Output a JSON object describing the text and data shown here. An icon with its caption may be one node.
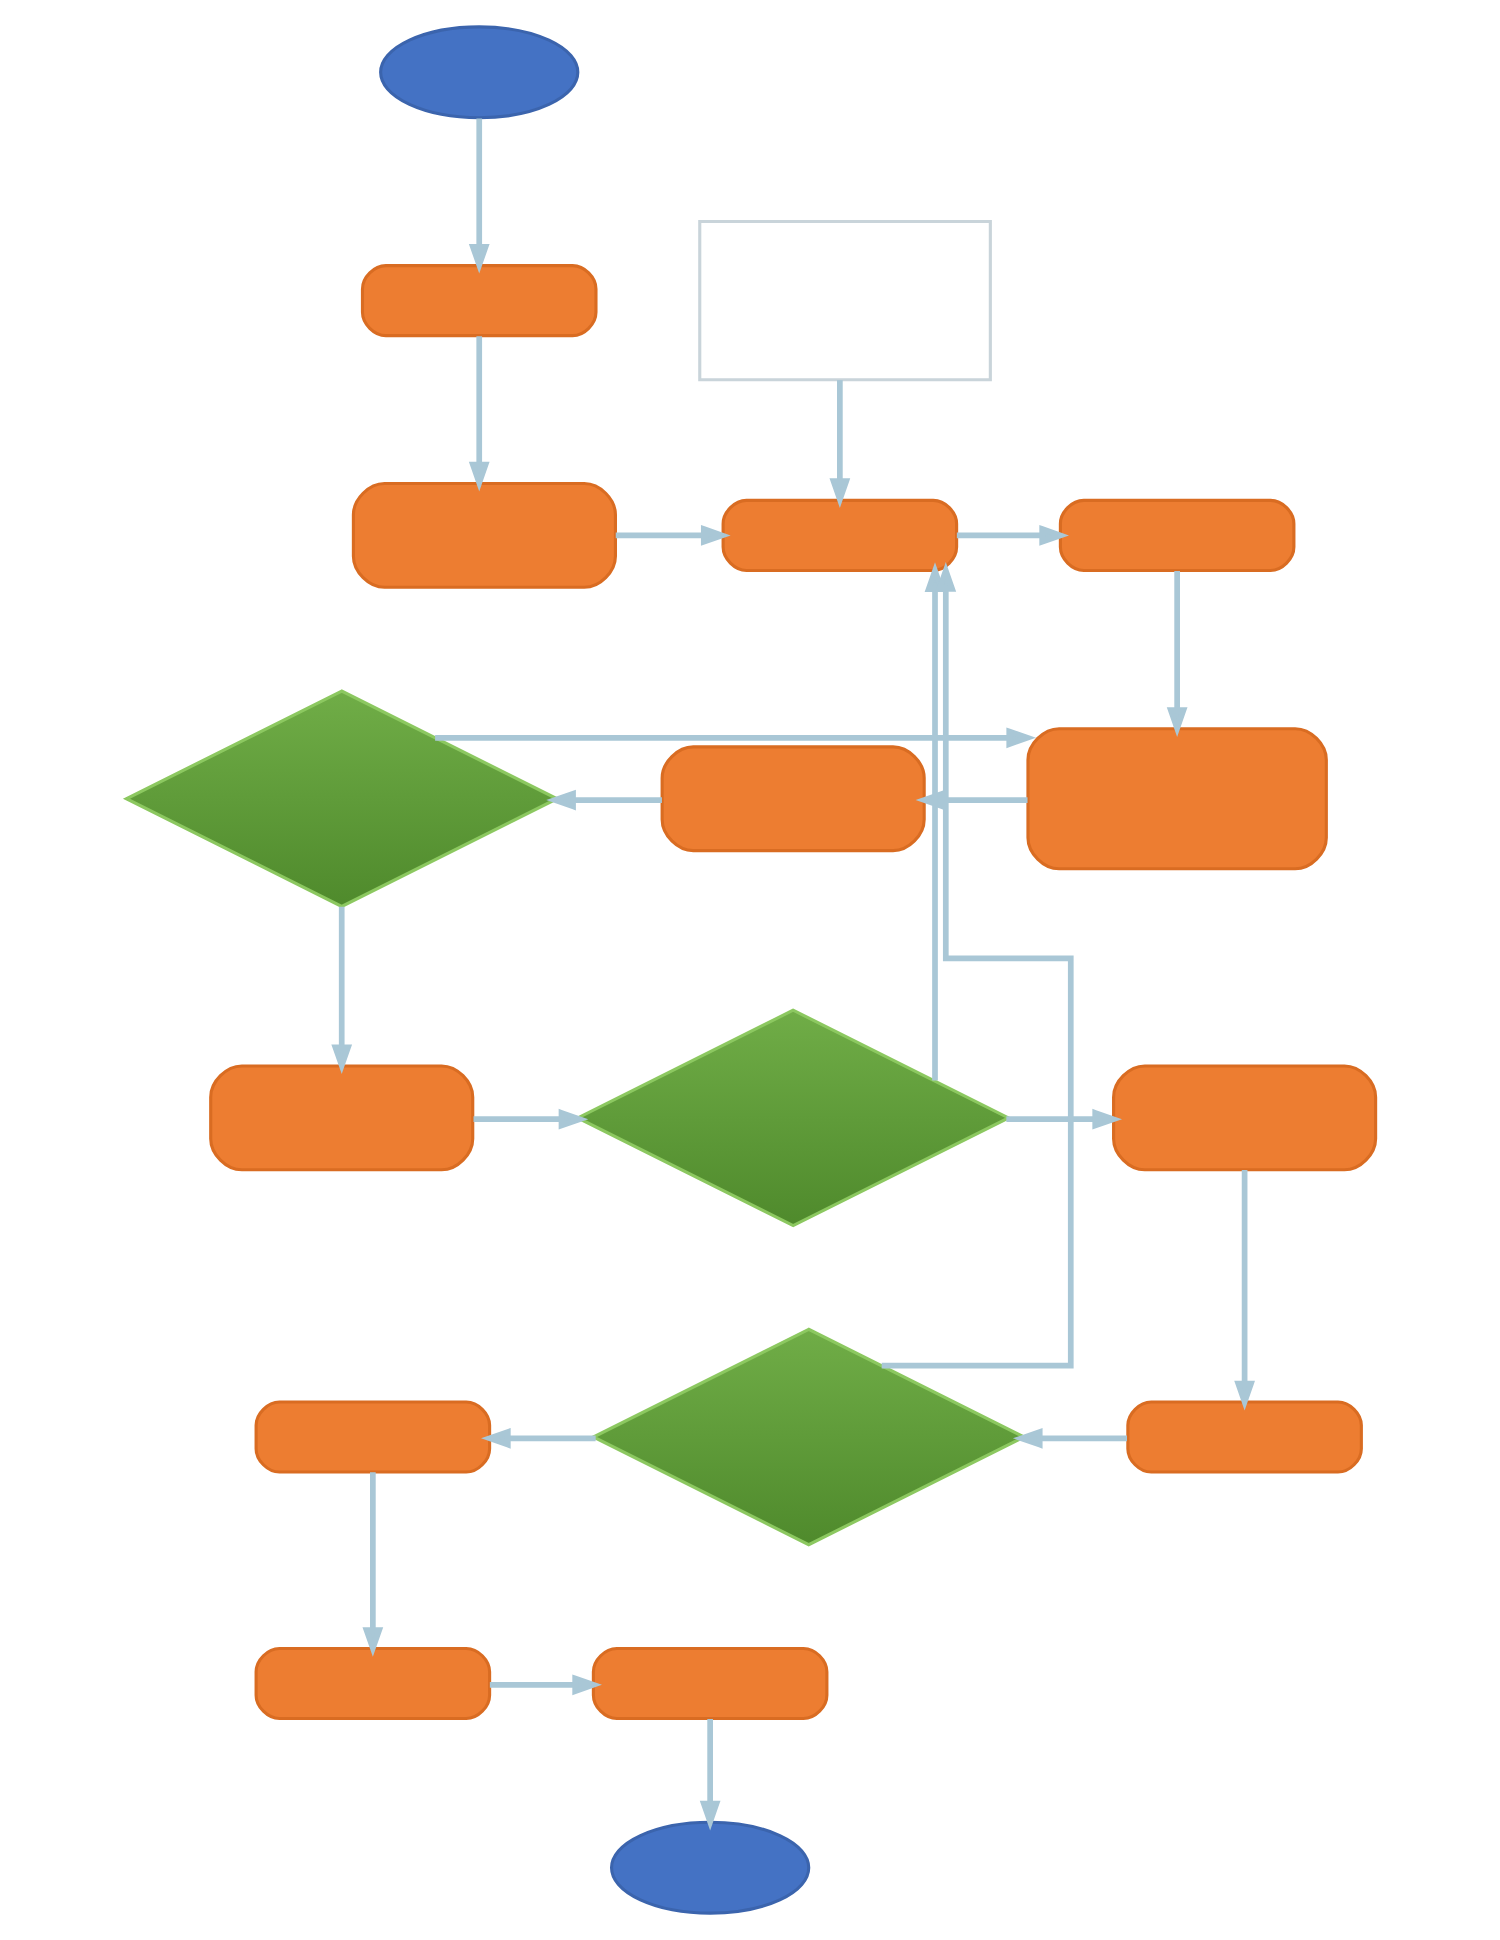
{
  "diagram": {
    "nodes": [
      {
        "text": [],
        "shape": "ellipse"
      },
      {
        "text": [],
        "shape": "box"
      },
      {
        "text": [],
        "shape": "box"
      },
      {
        "text": [],
        "shape": "box"
      },
      {
        "text": [],
        "shape": "box"
      },
      {
        "text": [],
        "shape": "box"
      },
      {
        "text": [],
        "shape": "diamond"
      },
      {
        "text": [],
        "shape": "box"
      },
      {
        "text": [],
        "shape": "box"
      },
      {
        "text": [],
        "shape": "box"
      },
      {
        "text": [],
        "shape": "diamond"
      },
      {
        "text": [],
        "shape": "box"
      },
      {
        "text": [],
        "shape": "box"
      },
      {
        "text": [],
        "shape": "diamond"
      },
      {
        "text": [],
        "shape": "box"
      },
      {
        "text": [],
        "shape": "box"
      },
      {
        "text": [],
        "shape": "box"
      },
      {
        "text": [],
        "shape": "ellipse"
      }
    ],
    "edges": [
      {
        "from": 0,
        "to": 1,
        "arrow": "to"
      },
      {
        "from": 1,
        "to": 2,
        "arrow": "to"
      },
      {
        "from": 2,
        "to": 4,
        "arrow": "to"
      },
      {
        "from": 3,
        "to": 4,
        "arrow": "to"
      },
      {
        "from": 4,
        "to": 5,
        "arrow": "to"
      },
      {
        "from": 5,
        "to": 8,
        "arrow": "to"
      },
      {
        "from": 6,
        "to": 8,
        "arrow": "to"
      },
      {
        "from": 8,
        "to": 7,
        "arrow": "to"
      },
      {
        "from": 7,
        "to": 6,
        "arrow": "to"
      },
      {
        "from": 6,
        "to": 9,
        "arrow": "to"
      },
      {
        "from": 9,
        "to": 10,
        "arrow": "to"
      },
      {
        "from": 10,
        "to": 11,
        "arrow": "to"
      },
      {
        "from": 10,
        "to": 4,
        "arrow": "to"
      },
      {
        "from": 11,
        "to": 14,
        "arrow": "to"
      },
      {
        "from": 14,
        "to": 13,
        "arrow": "to"
      },
      {
        "from": 13,
        "to": 12,
        "arrow": "to"
      },
      {
        "from": 13,
        "to": 4,
        "arrow": "to"
      },
      {
        "from": 12,
        "to": 15,
        "arrow": "to"
      },
      {
        "from": 15,
        "to": 16,
        "arrow": "to"
      },
      {
        "from": 16,
        "to": 17,
        "arrow": "to"
      }
    ]
  }
}
